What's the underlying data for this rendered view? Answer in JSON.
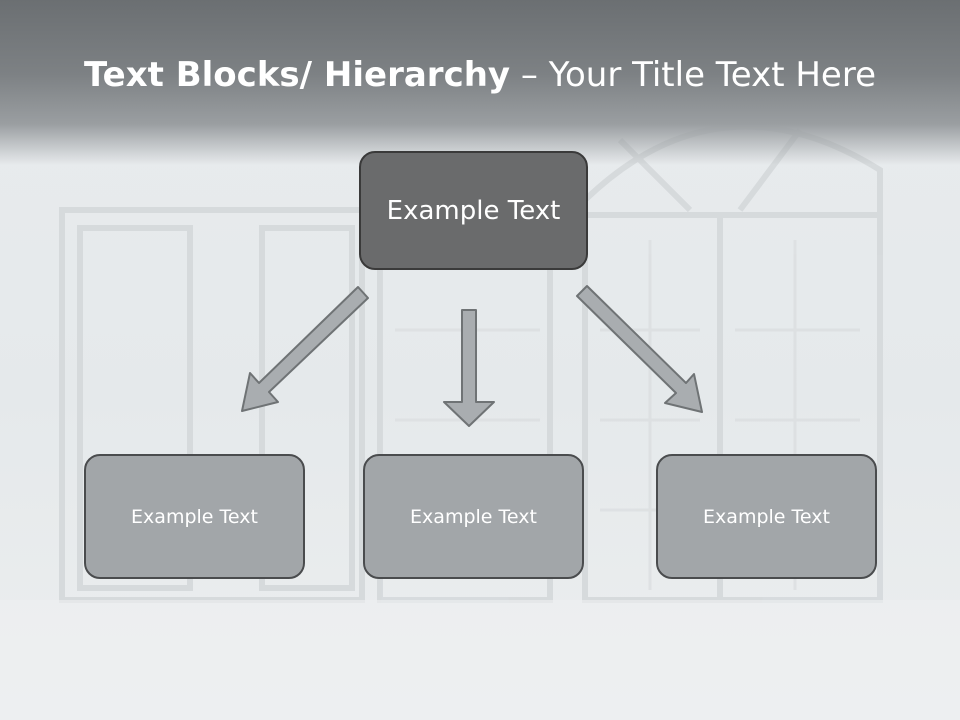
{
  "title": {
    "bold": "Text Blocks/ Hierarchy",
    "separator": " – ",
    "rest": "Your Title Text Here"
  },
  "top_node": {
    "label": "Example Text"
  },
  "child_nodes": [
    {
      "label": "Example Text"
    },
    {
      "label": "Example Text"
    },
    {
      "label": "Example Text"
    }
  ],
  "colors": {
    "header": "#7d8184",
    "top_node_fill": "#6a6b6c",
    "child_node_fill": "#a2a6a9",
    "arrow_fill": "#a9adb0",
    "arrow_stroke": "#6f7375"
  }
}
